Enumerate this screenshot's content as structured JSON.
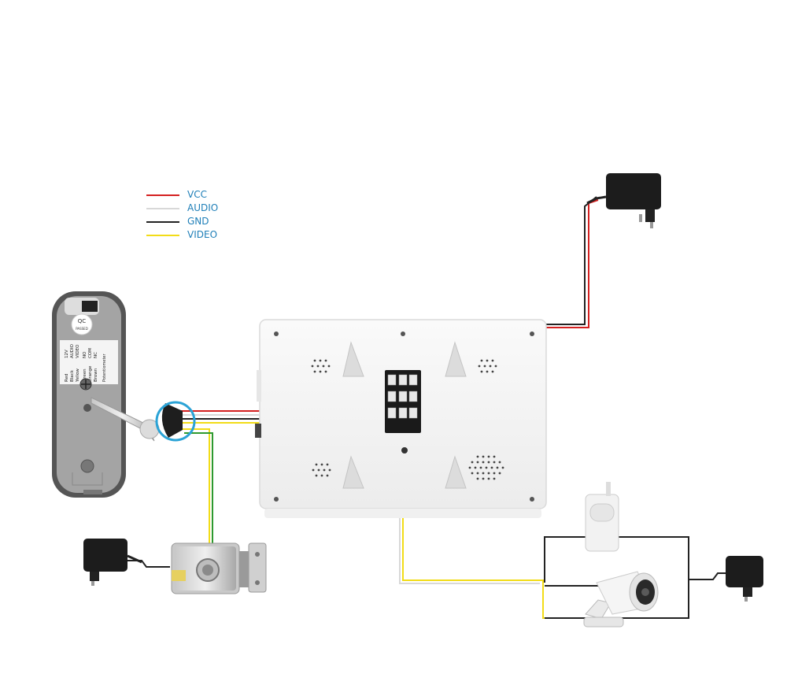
{
  "legend": {
    "items": [
      {
        "label": "VCC",
        "color": "#d42020"
      },
      {
        "label": "AUDIO",
        "color": "#d8d8d8"
      },
      {
        "label": "GND",
        "color": "#222222"
      },
      {
        "label": "VIDEO",
        "color": "#f2dc18"
      }
    ]
  },
  "doorbell": {
    "badge_top": "QC",
    "badge_bottom": "PASSED",
    "wire_labels": [
      "Red",
      "Black",
      "Yellow",
      "Green",
      "Orange",
      "Brown"
    ],
    "wire_values": [
      "12V",
      "AUDIO",
      "VIDEO",
      "NO",
      "COM",
      "NC"
    ],
    "potentiometer_label": "Potentiometer"
  },
  "colors": {
    "wire_red": "#d42020",
    "wire_white": "#d8d8d8",
    "wire_black": "#222222",
    "wire_yellow": "#f2dc18",
    "wire_green": "#2e9a2e",
    "highlight_circle": "#2ba3d6"
  }
}
